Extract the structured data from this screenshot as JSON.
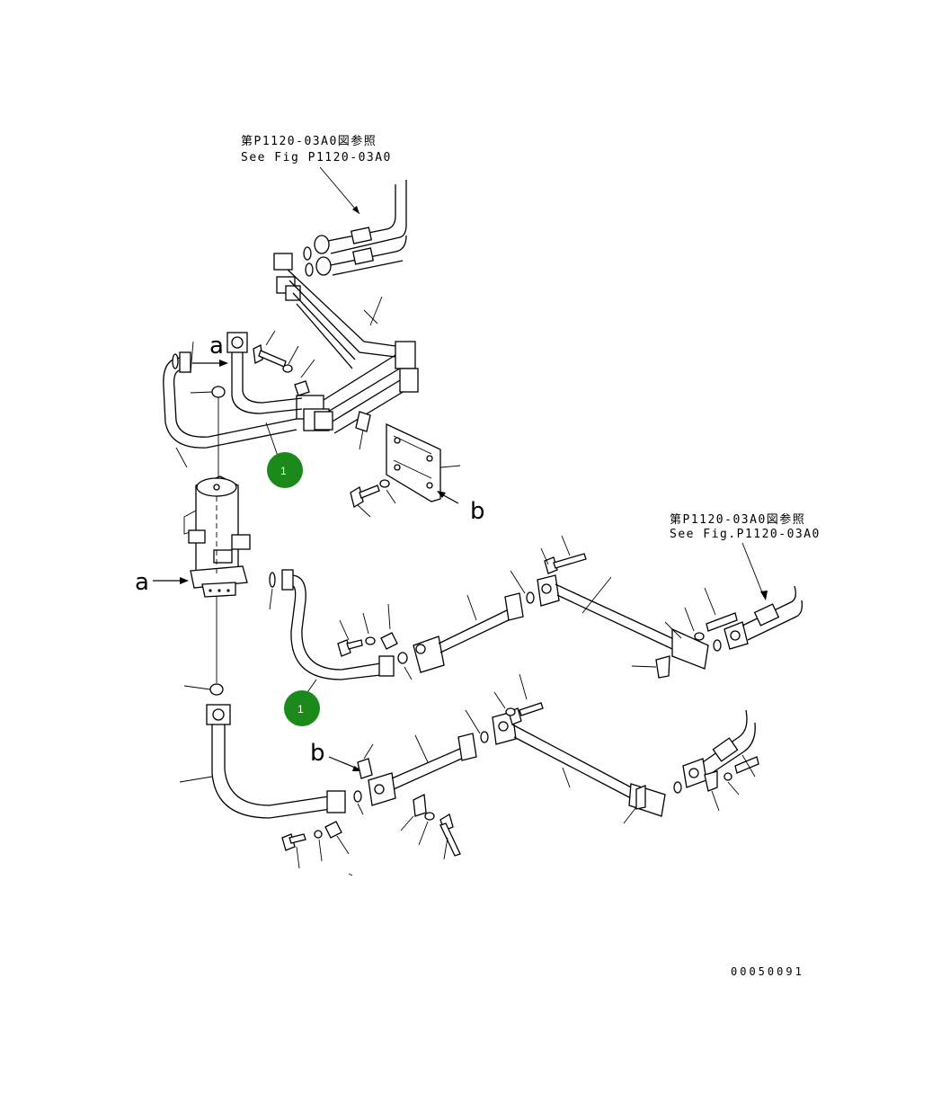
{
  "references": [
    {
      "jp": "第P1120-03A0図参照",
      "en": "See Fig P1120-03A0"
    },
    {
      "jp": "第P1120-03A0図参照",
      "en": "See Fig.P1120-03A0"
    }
  ],
  "view_labels": {
    "a": "a",
    "b": "b"
  },
  "callouts": [
    {
      "number": "1"
    },
    {
      "number": "1"
    }
  ],
  "drawing_code": "00050091",
  "colors": {
    "callout_fill": "#1b8a1b",
    "line": "#000000",
    "background": "#ffffff"
  }
}
